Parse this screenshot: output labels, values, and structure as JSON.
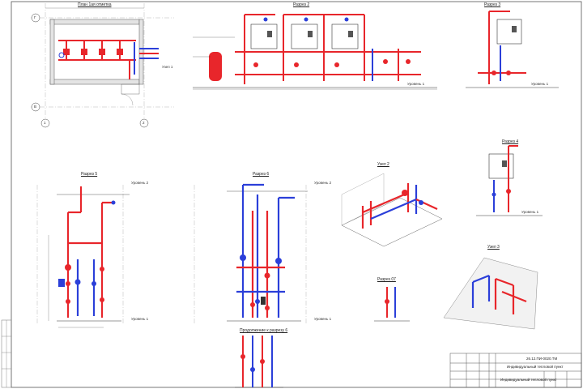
{
  "views": {
    "plan": {
      "title": "План 1ая отметка",
      "axis_g": "Г",
      "axis_v": "В",
      "axis_1": "1",
      "axis_2": "2",
      "node1": "Узел 1"
    },
    "sec2": {
      "title": "Разрез 2",
      "level": "Уровень 1"
    },
    "sec3": {
      "title": "Разрез 3",
      "level": "Уровень 1"
    },
    "sec4": {
      "title": "Разрез 4",
      "level": "Уровень 1"
    },
    "sec5": {
      "title": "Разрез 5",
      "level2": "Уровень 2",
      "level1": "Уровень 1"
    },
    "sec6": {
      "title": "Разрез 6",
      "level2": "Уровень 2",
      "level1": "Уровень 1"
    },
    "sec6cont": {
      "title": "Продолжение к разрезу 6"
    },
    "node2": {
      "title": "Узел 2"
    },
    "node3": {
      "title": "Узел 3"
    },
    "sec07": {
      "title": "Разрез 07"
    }
  },
  "title_block": {
    "code": "26.12.ПИ-0020.ТМ",
    "desc1": "Индивидуальный тепловой пункт",
    "desc2": "Индивидуальный тепловой пункт"
  },
  "colors": {
    "supply": "#e8262b",
    "return": "#2b3fd9",
    "line": "#333333",
    "dim": "#444444"
  }
}
